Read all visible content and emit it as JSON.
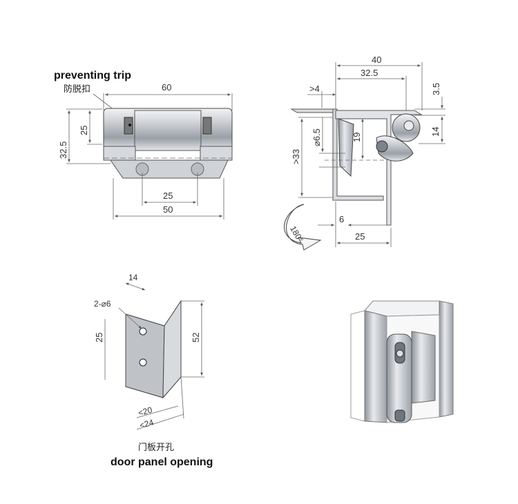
{
  "top_left_view": {
    "label_en": "preventing trip",
    "label_cn": "防脱扣",
    "dims": {
      "width_top": "60",
      "height_outer": "32.5",
      "height_inner": "25",
      "hole_spacing": "25",
      "base_width": "50"
    }
  },
  "top_right_view": {
    "dims": {
      "overall": "40",
      "center": "32.5",
      "flange": ">4",
      "top_offset": "3.5",
      "hole_dia": "⌀6.5",
      "height_min": ">33",
      "height_19": "19",
      "knuckle": "14",
      "gap": "6",
      "depth": "25",
      "rotation": "180°"
    }
  },
  "bottom_left_view": {
    "label_cn": "门板开孔",
    "label_en": "door panel opening",
    "dims": {
      "edge": "14",
      "holes": "2-⌀6",
      "spacing": "25",
      "length": "52",
      "min_20": "<20",
      "min_24": "<24"
    }
  }
}
